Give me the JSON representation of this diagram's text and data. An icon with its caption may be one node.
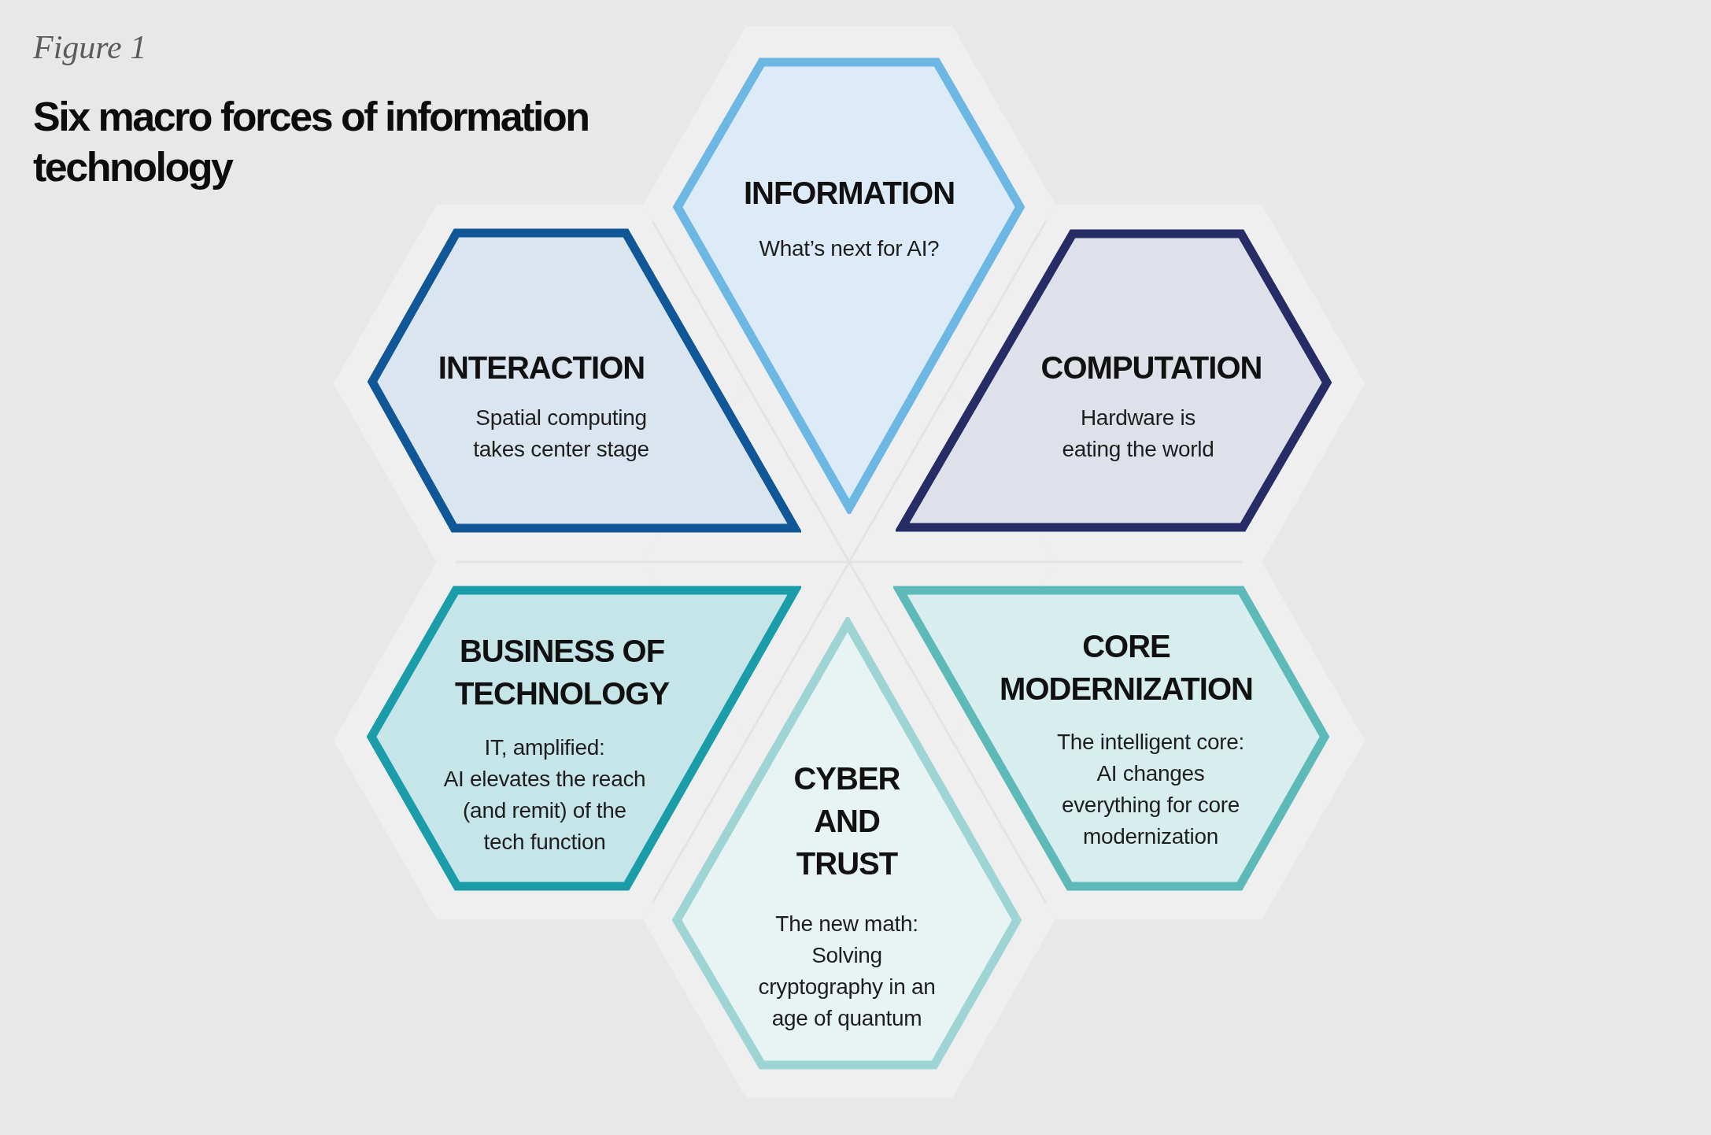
{
  "diagram": {
    "title": "Six macro forces of information technology",
    "nodes": [
      {
        "text": [
          "INFORMATION",
          "What’s next for AI?"
        ]
      },
      {
        "text": [
          "INTERACTION",
          "Spatial computing takes center stage"
        ]
      },
      {
        "text": [
          "COMPUTATION",
          "Hardware is eating the world"
        ]
      },
      {
        "text": [
          "BUSINESS OF TECHNOLOGY",
          "IT, amplified: AI elevates the reach (and remit) of the tech function"
        ]
      },
      {
        "text": [
          "CORE MODERNIZATION",
          "The intelligent core: AI changes everything for core modernization"
        ]
      },
      {
        "text": [
          "CYBER AND TRUST",
          "The new math: Solving cryptography in an age of quantum"
        ]
      }
    ],
    "labels": [
      "Figure 1"
    ]
  }
}
